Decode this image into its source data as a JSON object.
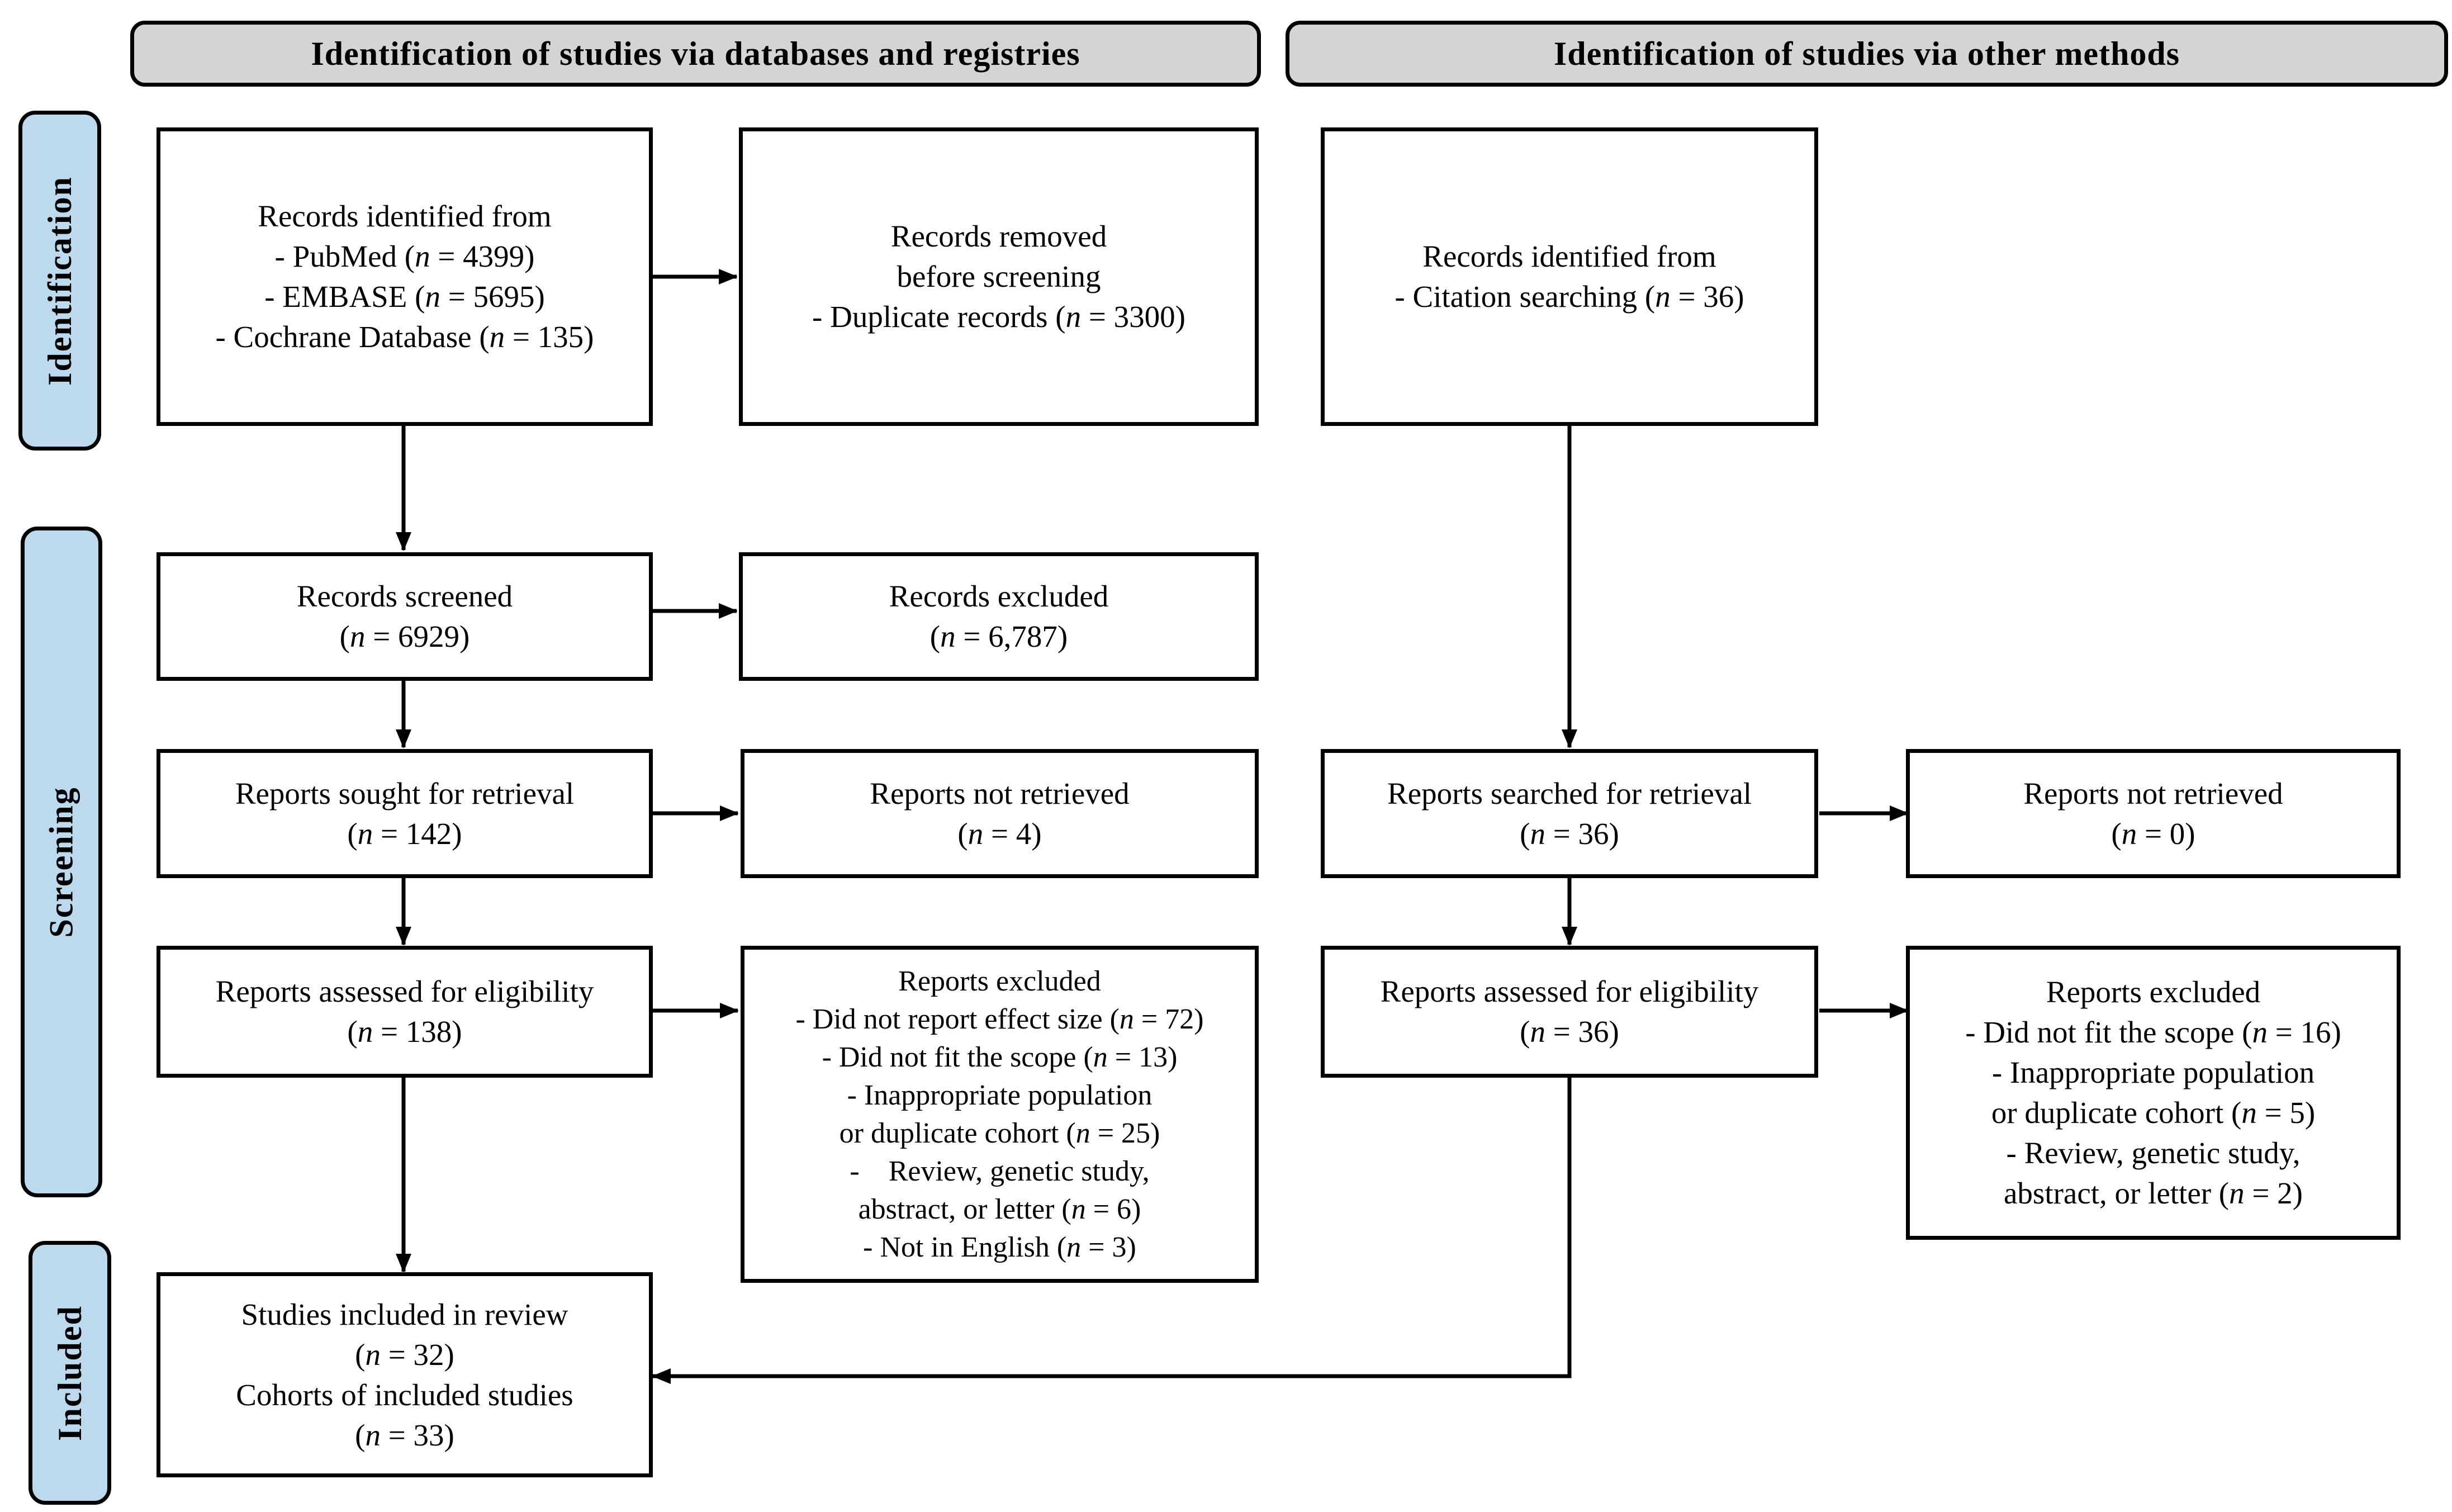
{
  "headers": {
    "left": "Identification of studies via databases and registries",
    "right": "Identification of studies via other methods"
  },
  "phases": {
    "identification": "Identification",
    "screening": "Screening",
    "included": "Included"
  },
  "boxes": {
    "db_identified": {
      "title": "Records identified from",
      "items": [
        {
          "pre": "- PubMed (",
          "n": "n",
          "post": " = 4399)"
        },
        {
          "pre": "- EMBASE (",
          "n": "n",
          "post": " = 5695)"
        },
        {
          "pre": "- Cochrane Database (",
          "n": "n",
          "post": " = 135)"
        }
      ]
    },
    "removed": {
      "line1": "Records removed",
      "line2": "before screening",
      "item": {
        "pre": "- Duplicate records (",
        "n": "n",
        "post": " = 3300)"
      }
    },
    "other_identified": {
      "title": "Records identified from",
      "item": {
        "pre": "- Citation searching (",
        "n": "n",
        "post": " = 36)"
      }
    },
    "screened": {
      "title": "Records screened",
      "count": {
        "pre": "(",
        "n": "n",
        "post": " = 6929)"
      }
    },
    "excluded_records": {
      "title": "Records excluded",
      "count": {
        "pre": "(",
        "n": "n",
        "post": " = 6,787)"
      }
    },
    "sought": {
      "title": "Reports sought for retrieval",
      "count": {
        "pre": "(",
        "n": "n",
        "post": " = 142)"
      }
    },
    "not_retrieved_db": {
      "title": "Reports not retrieved",
      "count": {
        "pre": "(",
        "n": "n",
        "post": " = 4)"
      }
    },
    "searched_other": {
      "title": "Reports searched for retrieval",
      "count": {
        "pre": "(",
        "n": "n",
        "post": " = 36)"
      }
    },
    "not_retrieved_other": {
      "title": "Reports not retrieved",
      "count": {
        "pre": "(",
        "n": "n",
        "post": " = 0)"
      }
    },
    "assessed_db": {
      "title": "Reports assessed for eligibility",
      "count": {
        "pre": "(",
        "n": "n",
        "post": " = 138)"
      }
    },
    "excluded_db": {
      "title": "Reports excluded",
      "lines": [
        {
          "pre": "- Did not report effect size (",
          "n": "n",
          "post": " = 72)"
        },
        {
          "pre": "- Did not fit the scope (",
          "n": "n",
          "post": " = 13)"
        },
        {
          "pre": "- Inappropriate population",
          "n": "",
          "post": ""
        },
        {
          "pre": "or duplicate cohort (",
          "n": "n",
          "post": " = 25)"
        },
        {
          "pre": "-    Review, genetic study,",
          "n": "",
          "post": ""
        },
        {
          "pre": "abstract, or letter (",
          "n": "n",
          "post": " = 6)"
        },
        {
          "pre": "- Not in English (",
          "n": "n",
          "post": " = 3)"
        }
      ]
    },
    "assessed_other": {
      "title": "Reports assessed for eligibility",
      "count": {
        "pre": "(",
        "n": "n",
        "post": " = 36)"
      }
    },
    "excluded_other": {
      "title": "Reports excluded",
      "lines": [
        {
          "pre": "- Did not fit the scope (",
          "n": "n",
          "post": " = 16)"
        },
        {
          "pre": "- Inappropriate population",
          "n": "",
          "post": ""
        },
        {
          "pre": "or duplicate cohort (",
          "n": "n",
          "post": " = 5)"
        },
        {
          "pre": "- Review, genetic study,",
          "n": "",
          "post": ""
        },
        {
          "pre": "abstract, or letter (",
          "n": "n",
          "post": " = 2)"
        }
      ]
    },
    "included": {
      "line1": "Studies included in review",
      "count1": {
        "pre": "(",
        "n": "n",
        "post": " = 32)"
      },
      "line3": "Cohorts of included studies",
      "count2": {
        "pre": "(",
        "n": "n",
        "post": " = 33)"
      }
    }
  }
}
